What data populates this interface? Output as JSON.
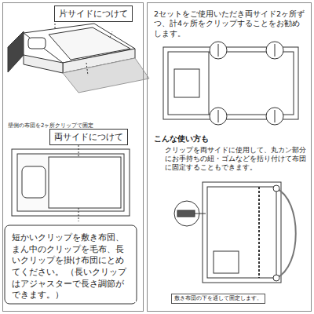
{
  "diagram": {
    "nodes": [
      {
        "text": [
          "壁側の布団を2ヶ所クリップで固定"
        ]
      },
      {
        "text": [
          "片サイドにつけて"
        ],
        "in": 0
      },
      {
        "text": [
          "両サイドにつけて"
        ],
        "in": 0
      },
      {
        "text": [
          "短かいクリップを敷き布団、まん中のクリップを毛布、長いクリップを掛け布団にとめてください。 （長いクリップはアジャスターで長さ調節ができます。）"
        ],
        "in": 0
      },
      {
        "text": [
          "2セットをご使用いただき両サイド2ヶ所ずつ、計4ヶ所をクリップすることをお勧めします。",
          "こんな使い方も",
          "クリップを両サイドに使用して、丸カン部分にお手持ちの紐・ゴムなどを括り付けて布団に固定することもできます。",
          "敷き布団の下を通して固定します。"
        ]
      }
    ]
  }
}
